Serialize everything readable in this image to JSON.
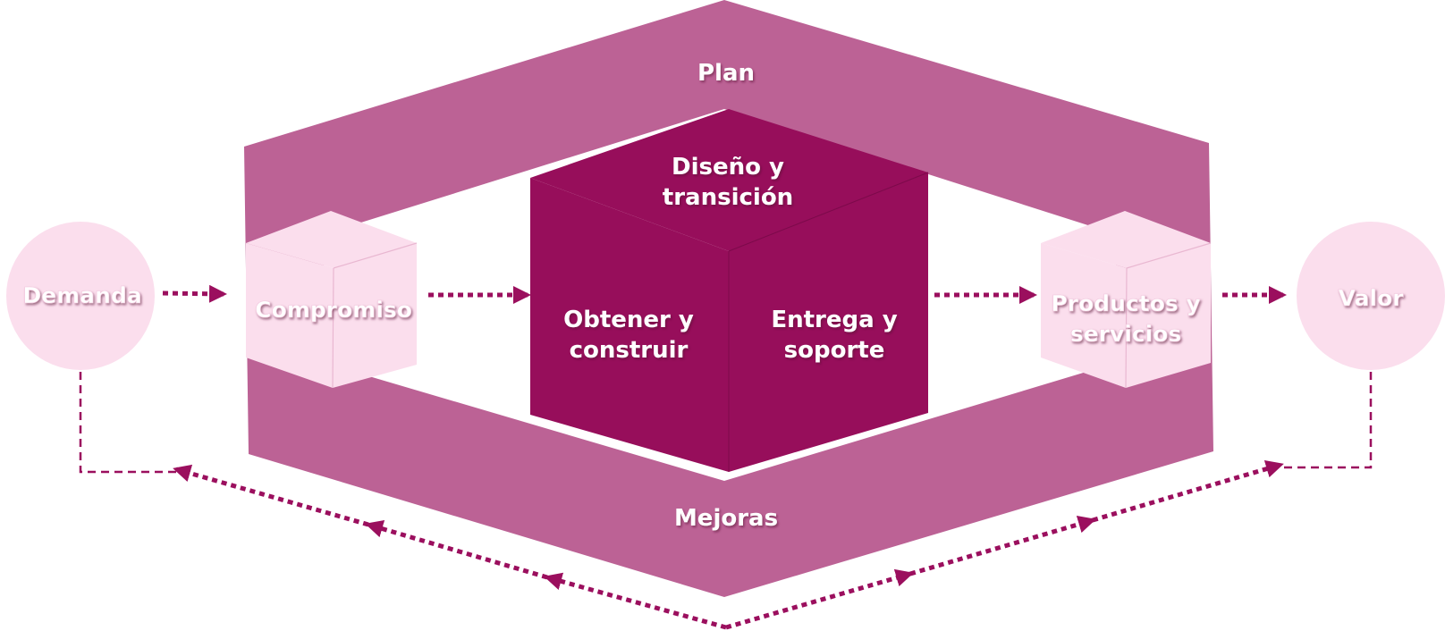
{
  "labels": {
    "plan": "Plan",
    "design": [
      "Diseño y",
      "transición"
    ],
    "obtain": [
      "Obtener y",
      "construir"
    ],
    "deliver": [
      "Entrega y",
      "soporte"
    ],
    "improve": "Mejoras",
    "demand": "Demanda",
    "engage": "Compromiso",
    "products": [
      "Productos y",
      "servicios"
    ],
    "value": "Valor"
  },
  "colors": {
    "band": "#bc6295",
    "cube": "#970e5b",
    "cube_edge": "#7d0a4b",
    "light": "#fbdeed",
    "light_edge": "#e9b7d1",
    "arrow": "#9b0f5e"
  }
}
